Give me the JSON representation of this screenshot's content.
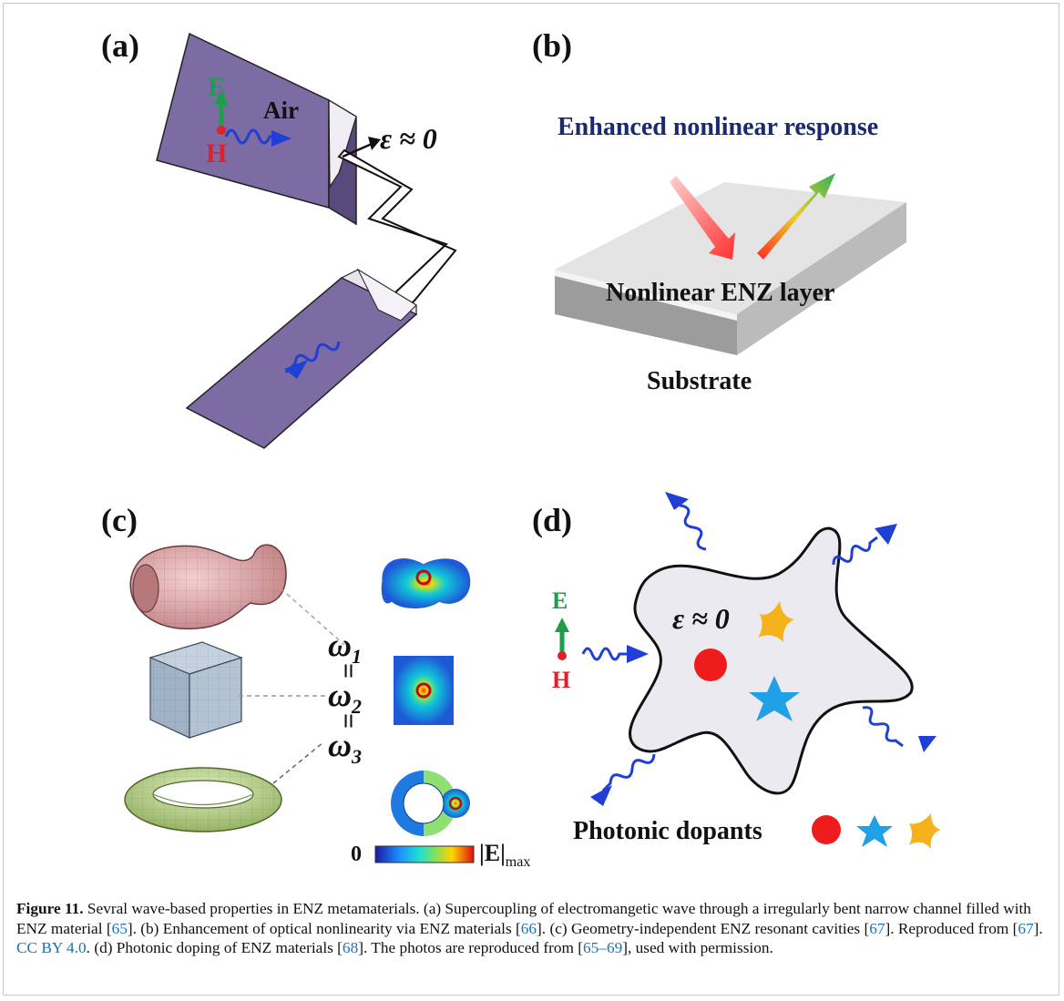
{
  "panels": {
    "a": {
      "letter": "(a)",
      "label_air": "Air",
      "label_eps": "ε ≈ 0",
      "label_E": "E",
      "label_H": "H",
      "colors": {
        "waveguide": "#7d6ba3",
        "channel": "#ffffff",
        "E_arrow": "#1e9e4a",
        "H_dot": "#e0202a",
        "wave": "#1f3fd6"
      }
    },
    "b": {
      "letter": "(b)",
      "title": "Enhanced nonlinear response",
      "layer_label": "Nonlinear ENZ layer",
      "substrate_label": "Substrate",
      "colors": {
        "title": "#1a2a6e",
        "layer_top": "#e4e4e4",
        "substrate": "#a8a8a8"
      }
    },
    "c": {
      "letter": "(c)",
      "omega_1": "ω",
      "omega_1_sub": "1",
      "omega_2": "ω",
      "omega_2_sub": "2",
      "omega_3": "ω",
      "omega_3_sub": "3",
      "equals": "=",
      "colorbar_min": "0",
      "colorbar_max": "|E|",
      "colorbar_max_sub": "max",
      "shapes": [
        "pear-shaped cavity",
        "cube cavity",
        "torus cavity"
      ],
      "colors": {
        "pear": "#e3a7a9",
        "cube": "#a9bcd0",
        "torus": "#bcd98a"
      }
    },
    "d": {
      "letter": "(d)",
      "label_eps": "ε ≈ 0",
      "label_E": "E",
      "label_H": "H",
      "dopants_label": "Photonic dopants",
      "colors": {
        "host": "#ebeaf0",
        "circle": "#ee1c1c",
        "star_blue": "#20a0e6",
        "star_yellow": "#f6b21a"
      }
    }
  },
  "caption": {
    "label": "Figure 11.",
    "t1": " Sevral wave-based properties in ENZ metamaterials. (a) Supercoupling of electromangetic wave through a irregularly bent narrow channel filled with ENZ material [",
    "r1": "65",
    "t2": "]. (b) Enhancement of optical nonlinearity via ENZ materials [",
    "r2": "66",
    "t3": "]. (c) Geometry-independent ENZ resonant cavities [",
    "r3": "67",
    "t4": "]. Reproduced from [",
    "r4": "67",
    "t5": "]. ",
    "license": "CC BY 4.0",
    "t6": ". (d) Photonic doping of ENZ materials [",
    "r5": "68",
    "t7": "]. The photos are reproduced from [",
    "r6": "65–69",
    "t8": "], used with permission."
  }
}
